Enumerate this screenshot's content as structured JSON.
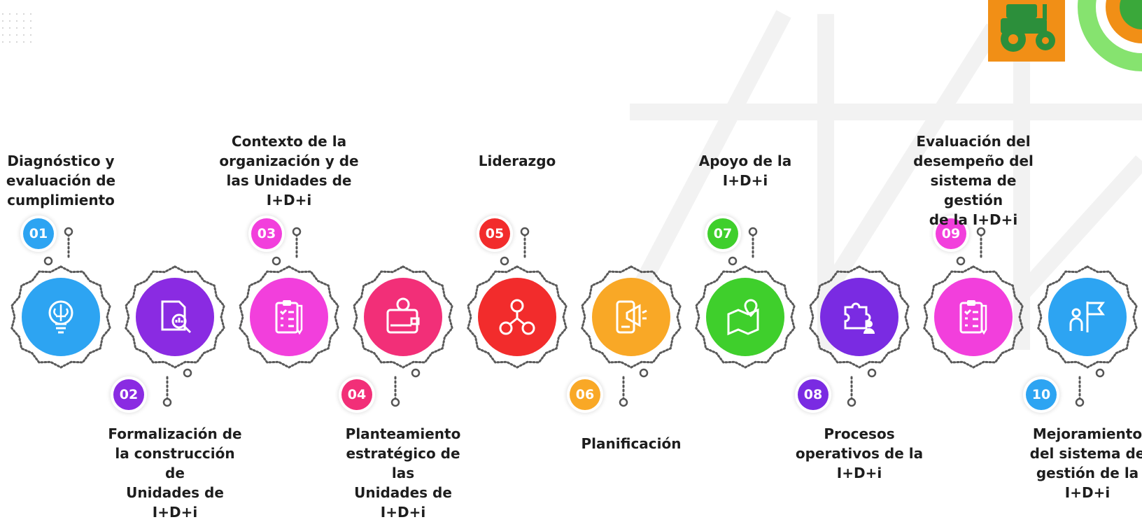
{
  "steps": [
    {
      "num": "01",
      "label": "Diagnóstico y\nevaluación de\ncumplimiento",
      "color": "#2da4f2",
      "icon": "brain-bulb-icon"
    },
    {
      "num": "02",
      "label": "Formalización de\nla construcción de\nUnidades de I+D+i",
      "color": "#8a2be2",
      "icon": "document-search-icon"
    },
    {
      "num": "03",
      "label": "Contexto de la\norganización y de\nlas Unidades de\nI+D+i",
      "color": "#f23fdc",
      "icon": "clipboard-checklist-icon"
    },
    {
      "num": "04",
      "label": "Planteamiento\nestratégico de las\nUnidades de I+D+i",
      "color": "#f22f78",
      "icon": "wallet-money-icon"
    },
    {
      "num": "05",
      "label": "Liderazgo",
      "color": "#f22c2c",
      "icon": "team-network-icon"
    },
    {
      "num": "06",
      "label": "Planificación",
      "color": "#f9a826",
      "icon": "mobile-megaphone-icon"
    },
    {
      "num": "07",
      "label": "Apoyo de la I+D+i",
      "color": "#3fcf2c",
      "icon": "map-pin-icon"
    },
    {
      "num": "08",
      "label": "Procesos\noperativos de la\nI+D+i",
      "color": "#7a2be2",
      "icon": "puzzle-person-icon"
    },
    {
      "num": "09",
      "label": "Evaluación del\ndesempeño del\nsistema de gestión\nde la I+D+i",
      "color": "#f23fdc",
      "icon": "clipboard-checklist-icon"
    },
    {
      "num": "10",
      "label": "Mejoramiento\ndel sistema de\ngestión de la\nI+D+i",
      "color": "#2da4f2",
      "icon": "person-flag-icon"
    }
  ],
  "logo": {
    "icon": "tractor-icon"
  }
}
